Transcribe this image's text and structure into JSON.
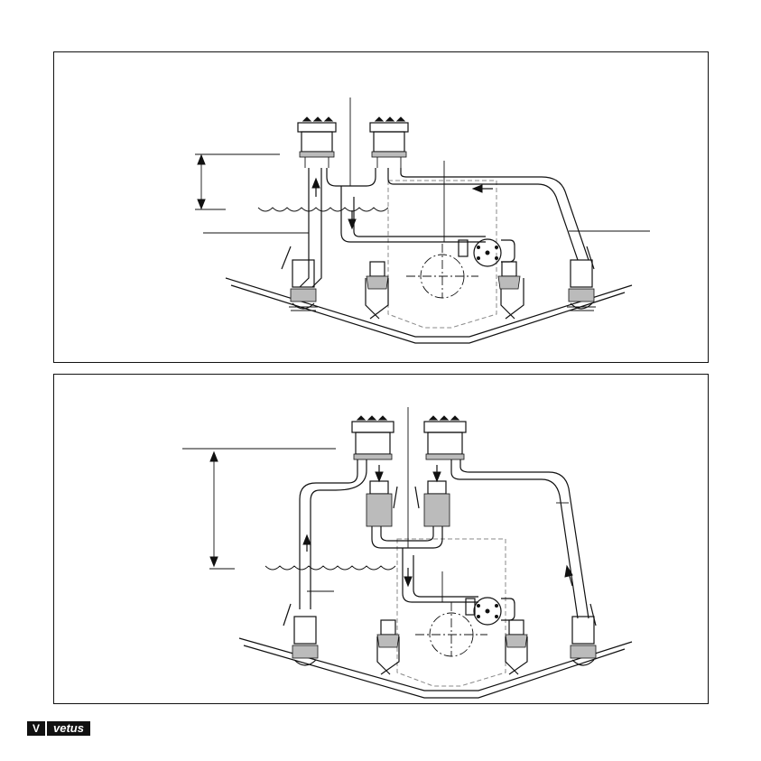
{
  "brand": {
    "mark": "V",
    "name": "vetus"
  },
  "diagram": {
    "panels": [
      "top-installation",
      "bottom-installation"
    ],
    "flow_arrow_icon": "arrow-icon"
  }
}
